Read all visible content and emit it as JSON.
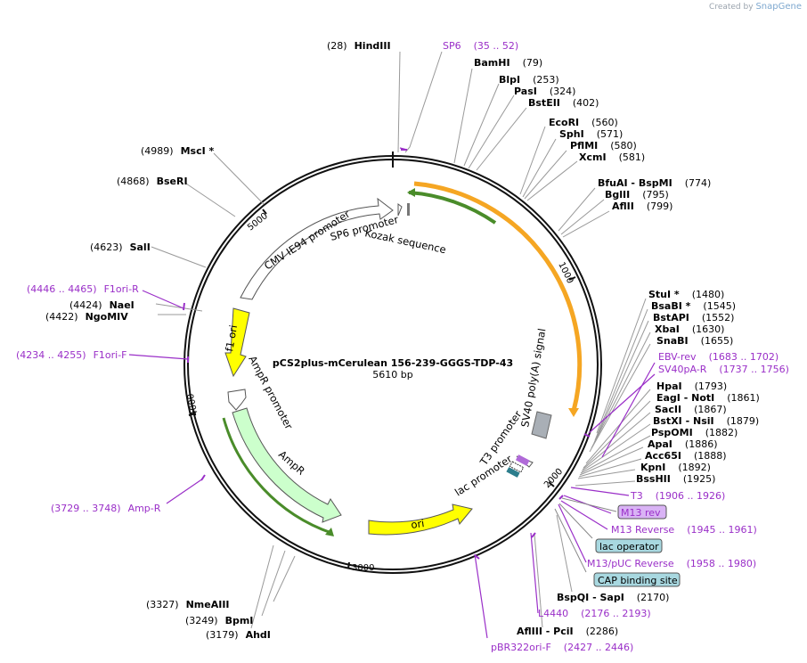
{
  "credit": {
    "prefix": "Created by",
    "brand": "SnapGene"
  },
  "plasmid": {
    "name": "pCS2plus-mCerulean 156-239-GGGS-TDP-43",
    "length_label": "5610 bp"
  },
  "ticks": [
    "1000",
    "2000",
    "3000",
    "4000",
    "5000"
  ],
  "enzymes": [
    {
      "name": "HindIII",
      "pos": "(28)"
    },
    {
      "name": "BamHI",
      "pos": "(79)"
    },
    {
      "name": "BlpI",
      "pos": "(253)"
    },
    {
      "name": "PasI",
      "pos": "(324)"
    },
    {
      "name": "BstEII",
      "pos": "(402)"
    },
    {
      "name": "EcoRI",
      "pos": "(560)"
    },
    {
      "name": "SphI",
      "pos": "(571)"
    },
    {
      "name": "PflMI",
      "pos": "(580)"
    },
    {
      "name": "XcmI",
      "pos": "(581)"
    },
    {
      "name": "BfuAI - BspMI",
      "pos": "(774)"
    },
    {
      "name": "BglII",
      "pos": "(795)"
    },
    {
      "name": "AflII",
      "pos": "(799)"
    },
    {
      "name": "StuI *",
      "pos": "(1480)"
    },
    {
      "name": "BsaBI *",
      "pos": "(1545)"
    },
    {
      "name": "BstAPI",
      "pos": "(1552)"
    },
    {
      "name": "XbaI",
      "pos": "(1630)"
    },
    {
      "name": "SnaBI",
      "pos": "(1655)"
    },
    {
      "name": "HpaI",
      "pos": "(1793)"
    },
    {
      "name": "EagI - NotI",
      "pos": "(1861)"
    },
    {
      "name": "SacII",
      "pos": "(1867)"
    },
    {
      "name": "BstXI - NsiI",
      "pos": "(1879)"
    },
    {
      "name": "PspOMI",
      "pos": "(1882)"
    },
    {
      "name": "ApaI",
      "pos": "(1886)"
    },
    {
      "name": "Acc65I",
      "pos": "(1888)"
    },
    {
      "name": "KpnI",
      "pos": "(1892)"
    },
    {
      "name": "BssHII",
      "pos": "(1925)"
    },
    {
      "name": "BspQI - SapI",
      "pos": "(2170)"
    },
    {
      "name": "AflIII - PciI",
      "pos": "(2286)"
    },
    {
      "name": "AhdI",
      "pos": "(3179)"
    },
    {
      "name": "BpmI",
      "pos": "(3249)"
    },
    {
      "name": "NmeAIII",
      "pos": "(3327)"
    },
    {
      "name": "SalI",
      "pos": "(4623)"
    },
    {
      "name": "NgoMIV",
      "pos": "(4422)"
    },
    {
      "name": "NaeI",
      "pos": "(4424)"
    },
    {
      "name": "BseRI",
      "pos": "(4868)"
    },
    {
      "name": "MscI *",
      "pos": "(4989)"
    }
  ],
  "primers": [
    {
      "name": "SP6",
      "range": "(35 .. 52)"
    },
    {
      "name": "EBV-rev",
      "range": "(1683 .. 1702)"
    },
    {
      "name": "SV40pA-R",
      "range": "(1737 .. 1756)"
    },
    {
      "name": "T3",
      "range": "(1906 .. 1926)"
    },
    {
      "name": "M13 rev",
      "range": ""
    },
    {
      "name": "M13 Reverse",
      "range": "(1945 .. 1961)"
    },
    {
      "name": "lac operator",
      "range": ""
    },
    {
      "name": "M13/pUC Reverse",
      "range": "(1958 .. 1980)"
    },
    {
      "name": "CAP binding site",
      "range": ""
    },
    {
      "name": "L4440",
      "range": "(2176 .. 2193)"
    },
    {
      "name": "pBR322ori-F",
      "range": "(2427 .. 2446)"
    },
    {
      "name": "Amp-R",
      "range": "(3729 .. 3748)"
    },
    {
      "name": "F1ori-F",
      "range": "(4234 .. 4255)"
    },
    {
      "name": "F1ori-R",
      "range": "(4446 .. 4465)"
    }
  ],
  "features": {
    "cmv": "CMV IE94 promoter",
    "sp6_promoter": "SP6 promoter",
    "kozak": "Kozak sequence",
    "sv40": "SV40 poly(A) signal",
    "t3_promoter": "T3 promoter",
    "lac_promoter": "lac promoter",
    "f1_ori": "f1 ori",
    "ampr_promoter": "AmpR promoter",
    "ampr": "AmpR",
    "ori": "ori"
  },
  "colors": {
    "backbone": "#111111",
    "primer": "#9a2fc8",
    "orange_cds": "#f5a623",
    "green_primer": "#4a8c2a",
    "yellow_ori": "#ffff00",
    "amp_fill": "#ccffcc",
    "box_purple": "#d9b3f5",
    "box_teal": "#a8d8e0"
  }
}
